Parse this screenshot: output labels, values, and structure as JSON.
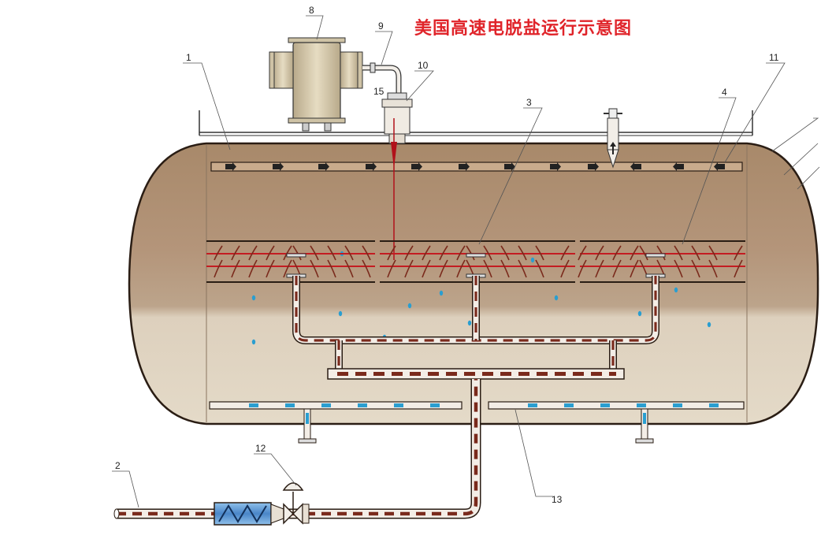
{
  "title": "美国高速电脱盐运行示意图",
  "labels": [
    {
      "id": "1",
      "text": "1"
    },
    {
      "id": "2",
      "text": "2"
    },
    {
      "id": "3",
      "text": "3"
    },
    {
      "id": "4",
      "text": "4"
    },
    {
      "id": "8",
      "text": "8"
    },
    {
      "id": "9",
      "text": "9"
    },
    {
      "id": "10",
      "text": "10"
    },
    {
      "id": "11",
      "text": "11"
    },
    {
      "id": "12",
      "text": "12"
    },
    {
      "id": "13",
      "text": "13"
    },
    {
      "id": "15",
      "text": "15"
    }
  ],
  "colors": {
    "oil": "#b08f6e",
    "water": "#e6dccb",
    "shell": "#3a2a20",
    "flow_oil": "#7a2a1c",
    "flow_water": "#2a9ed0",
    "pipe": "#f3ede6",
    "title": "#e0242a",
    "transformer": "#d9ccaf",
    "mixer": "#5b9bd5"
  }
}
